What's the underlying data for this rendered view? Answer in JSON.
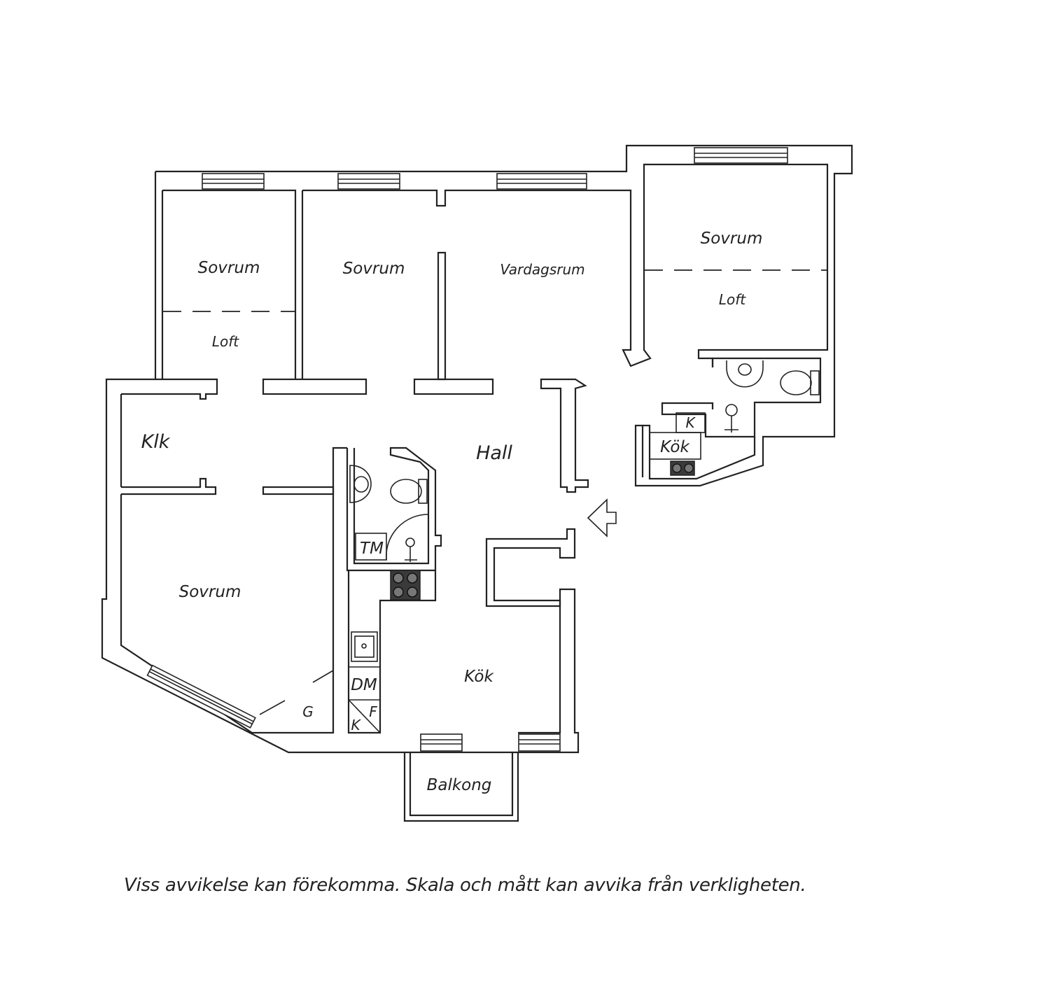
{
  "rooms": {
    "sovrum_top_left": "Sovrum",
    "loft_left": "Loft",
    "sovrum_top_middle": "Sovrum",
    "vardagsrum": "Vardagsrum",
    "sovrum_right": "Sovrum",
    "loft_right": "Loft",
    "klk": "Klk",
    "hall": "Hall",
    "sovrum_bottom_left": "Sovrum",
    "kok_main": "Kök",
    "kok_small": "Kök",
    "balkong": "Balkong"
  },
  "fixtures": {
    "tm": "TM",
    "dm": "DM",
    "k_main": "K",
    "f_main": "F",
    "k_small": "K",
    "g": "G"
  },
  "disclaimer": "Viss avvikelse kan förekomma. Skala och mått kan avvika från verkligheten."
}
